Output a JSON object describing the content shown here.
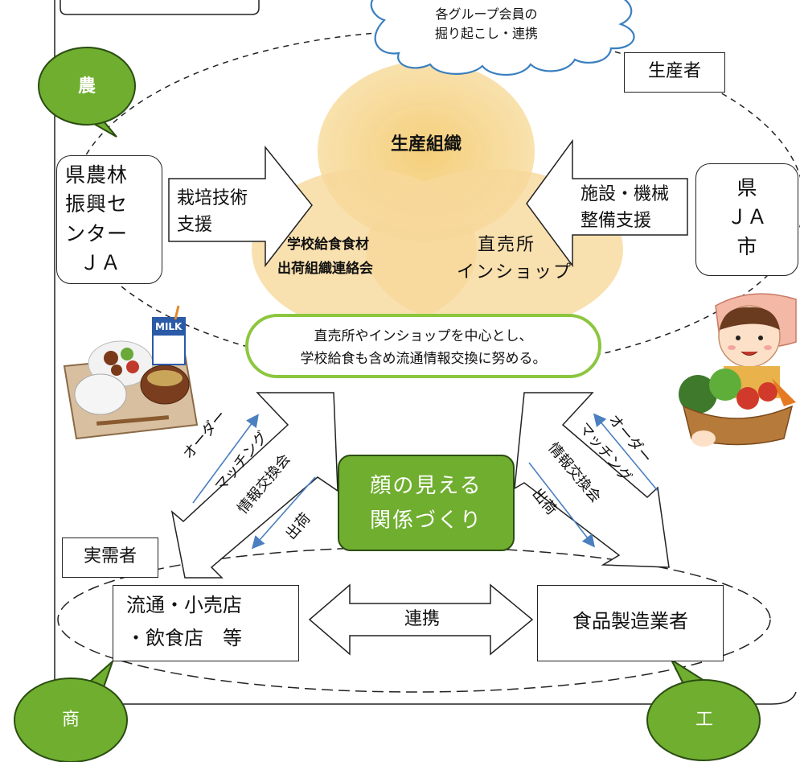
{
  "cloud": {
    "line1": "各グループ会員の",
    "line2": "掘り起こし・連携"
  },
  "producer_label": "生産者",
  "consumer_label": "実需者",
  "bubbles": {
    "agri": "農",
    "commerce": "商",
    "industry": "工"
  },
  "left_support": {
    "l1": "県農林",
    "l2": "振興セ",
    "l3": "ンター",
    "l4": "ＪＡ"
  },
  "right_support": {
    "l1": "県",
    "l2": "ＪＡ",
    "l3": "市"
  },
  "arrow_left": {
    "l1": "栽培技術",
    "l2": "支援"
  },
  "arrow_right": {
    "l1": "施設・機械",
    "l2": "整備支援"
  },
  "venn": {
    "top": "生産組織",
    "left_l1": "学校給食食材",
    "left_l2": "出荷組織連絡会",
    "right_l1": "直売所",
    "right_l2": "インショップ"
  },
  "info_box": {
    "l1": "直売所やインショップを中心とし、",
    "l2": "学校給食も含め流通情報交換に努める。"
  },
  "center_box": {
    "l1": "顔の見える",
    "l2": "関係づくり"
  },
  "left_arrow_labels": {
    "order": "オーダー",
    "matching": "マッチング",
    "info": "情報交換会",
    "ship": "出荷"
  },
  "right_arrow_labels": {
    "order": "オーダー",
    "matching": "マッチング",
    "info": "情報交換会",
    "ship": "出荷"
  },
  "retail_box": {
    "l1": "流通・小売店",
    "l2": "・飲食店　等"
  },
  "cooperation": "連携",
  "manufacturer": "食品製造業者",
  "milk_label": "MILK",
  "colors": {
    "bubble_green": "#6fae2f",
    "venn_fill": "#f3c35a",
    "info_border": "#8cc63f",
    "arrow_blue": "#4a7fc0"
  }
}
